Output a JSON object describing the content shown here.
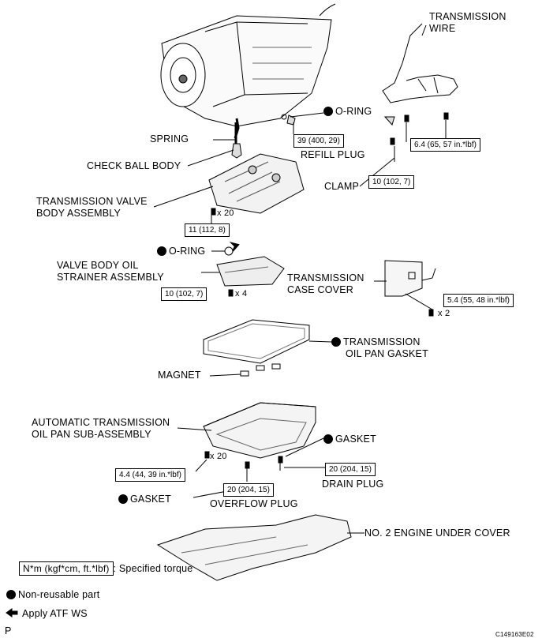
{
  "labels": {
    "transmission_wire_1": "TRANSMISSION",
    "transmission_wire_2": "WIRE",
    "o_ring_1": "O-RING",
    "spring": "SPRING",
    "refill_plug": "REFILL PLUG",
    "check_ball_body": "CHECK BALL BODY",
    "clamp": "CLAMP",
    "valve_body_1": "TRANSMISSION VALVE",
    "valve_body_2": "BODY ASSEMBLY",
    "o_ring_2": "O-RING",
    "strainer_1": "VALVE BODY OIL",
    "strainer_2": "STRAINER ASSEMBLY",
    "case_cover_1": "TRANSMISSION",
    "case_cover_2": "CASE COVER",
    "pan_gasket_1": "TRANSMISSION",
    "pan_gasket_2": "OIL PAN GASKET",
    "magnet": "MAGNET",
    "oil_pan_1": "AUTOMATIC TRANSMISSION",
    "oil_pan_2": "OIL PAN SUB-ASSEMBLY",
    "gasket_right": "GASKET",
    "drain_plug": "DRAIN PLUG",
    "gasket_left": "GASKET",
    "overflow_plug": "OVERFLOW PLUG",
    "under_cover": "NO. 2 ENGINE UNDER COVER"
  },
  "torques": {
    "refill": "39 (400, 29)",
    "wire_bolt": "6.4 (65, 57 in.*lbf)",
    "clamp_bolt": "10 (102, 7)",
    "valve_body": "11 (112, 8)",
    "strainer": "10 (102, 7)",
    "case_cover": "5.4 (55, 48 in.*lbf)",
    "oil_pan": "4.4 (44, 39 in.*lbf)",
    "drain": "20 (204, 15)",
    "overflow": "20 (204, 15)"
  },
  "quantities": {
    "valve_body": "x 20",
    "strainer": "x 4",
    "case_cover": "x 2",
    "oil_pan": "x 20"
  },
  "legend": {
    "torque_box": "N*m (kgf*cm, ft.*lbf)",
    "torque_text": ": Specified torque",
    "non_reusable": "Non-reusable part",
    "apply_atf": "Apply ATF WS"
  },
  "footer": {
    "page_mark": "P",
    "figure_id": "C149163E02"
  }
}
